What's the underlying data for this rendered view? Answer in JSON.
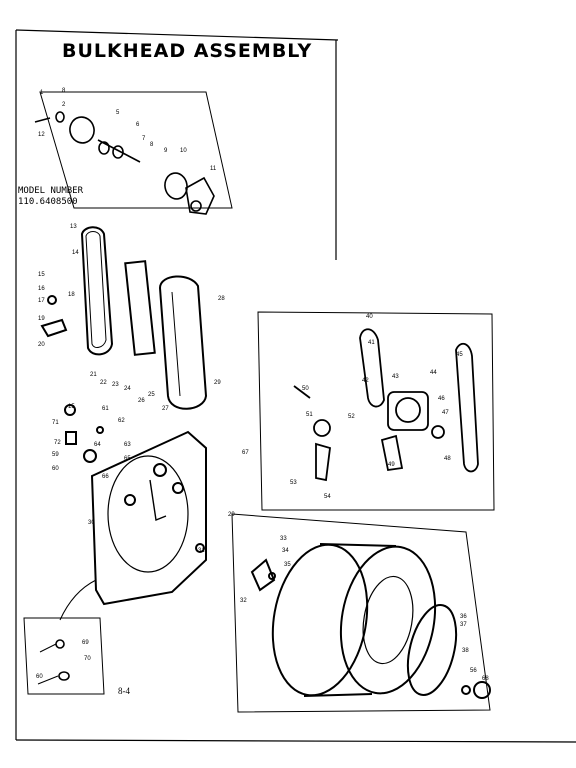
{
  "title": "BULKHEAD ASSEMBLY",
  "model": {
    "label": "MODEL NUMBER",
    "value": "110.6408500"
  },
  "page_number": "8-4",
  "callouts": {
    "top_box": [
      "1",
      "8",
      "2",
      "12",
      "5",
      "6",
      "7",
      "8",
      "9",
      "10",
      "11"
    ],
    "belt_area": [
      "13",
      "14",
      "15",
      "16",
      "17",
      "18",
      "19",
      "20",
      "21",
      "22",
      "23",
      "24",
      "25",
      "26",
      "27",
      "28",
      "29",
      "30",
      "31"
    ],
    "motor_box": [
      "40",
      "41",
      "42",
      "43",
      "44",
      "45",
      "46",
      "47",
      "48",
      "49",
      "50",
      "51",
      "52",
      "53",
      "54"
    ],
    "drum_box": [
      "29",
      "32",
      "33",
      "34",
      "35",
      "36",
      "37",
      "38",
      "56",
      "68"
    ],
    "left_parts": [
      "15",
      "71",
      "72",
      "59",
      "60",
      "61",
      "62",
      "63",
      "64",
      "65",
      "66",
      "67"
    ],
    "small_box": [
      "69",
      "70",
      "60"
    ]
  },
  "colors": {
    "ink": "#000000",
    "paper": "#ffffff"
  }
}
